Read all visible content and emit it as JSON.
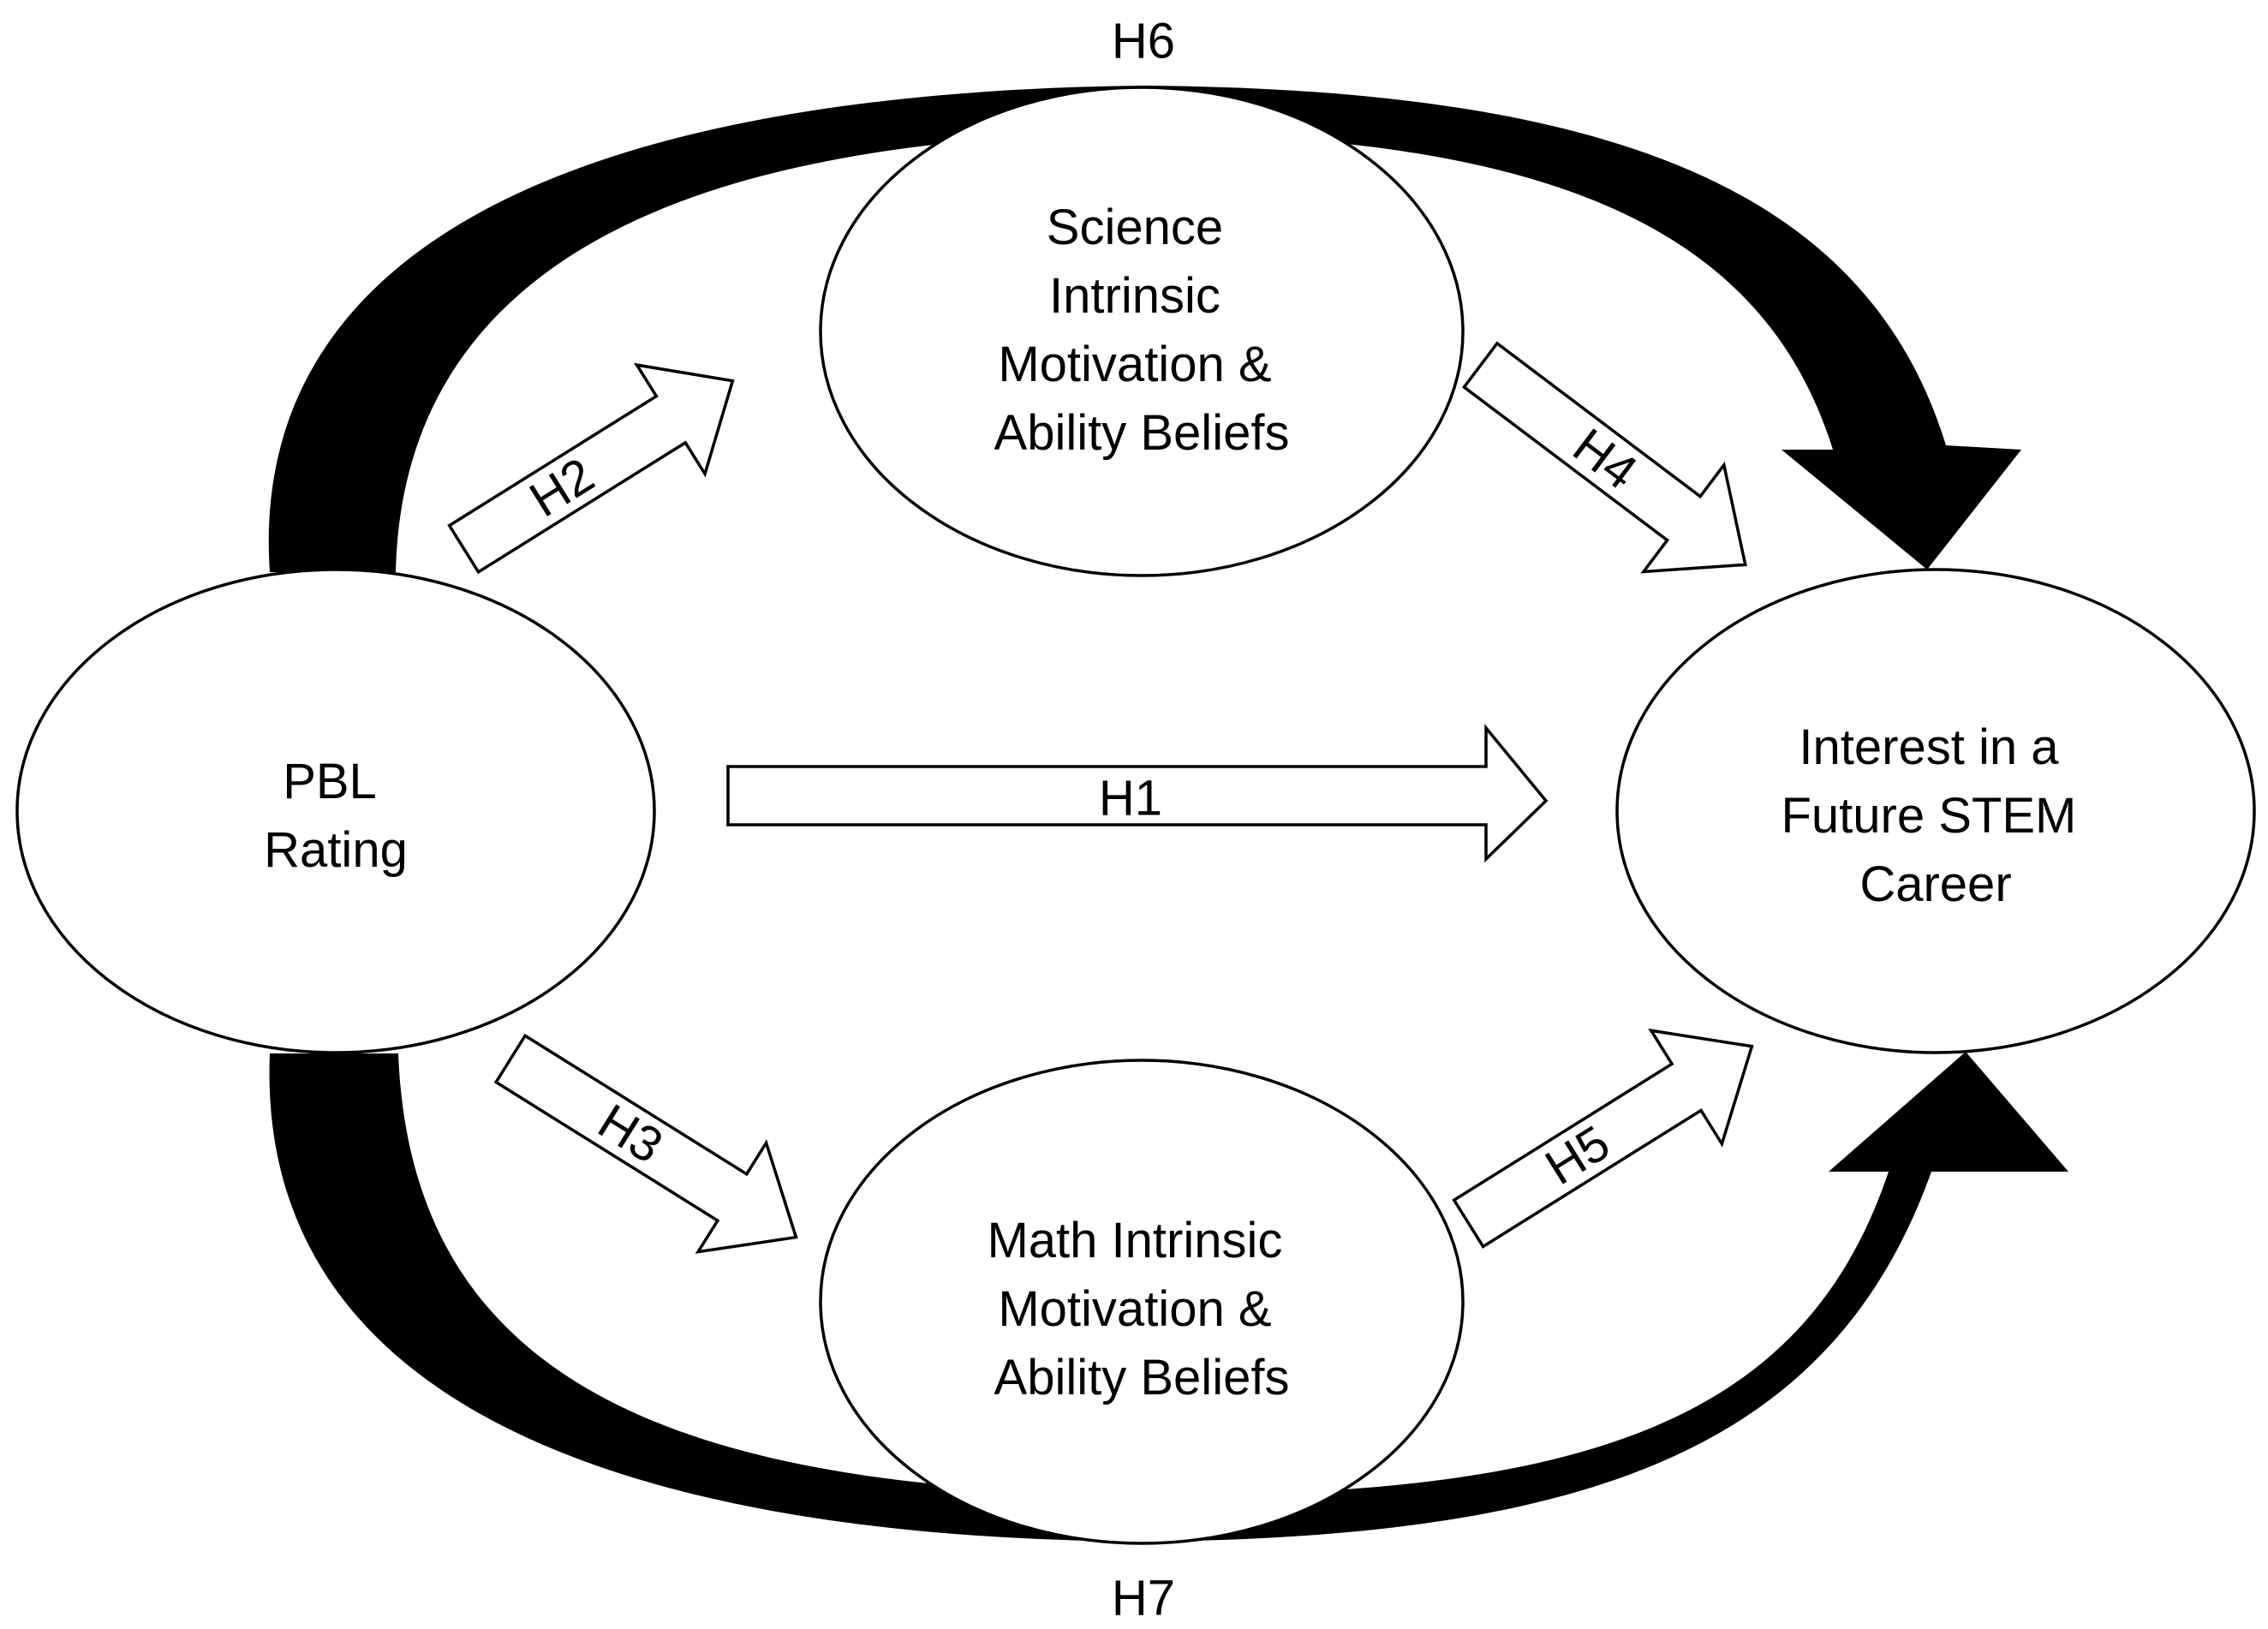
{
  "nodes": {
    "pbl": {
      "lines": [
        "PBL",
        "Rating"
      ]
    },
    "science": {
      "lines": [
        "Science",
        "Intrinsic",
        "Motivation &",
        "Ability Beliefs"
      ]
    },
    "math": {
      "lines": [
        "Math Intrinsic",
        "Motivation &",
        "Ability Beliefs"
      ]
    },
    "stem": {
      "lines": [
        "Interest in a",
        "Future STEM",
        "Career"
      ]
    }
  },
  "paths": {
    "h1": "H1",
    "h2": "H2",
    "h3": "H3",
    "h4": "H4",
    "h5": "H5",
    "h6": "H6",
    "h7": "H7"
  }
}
